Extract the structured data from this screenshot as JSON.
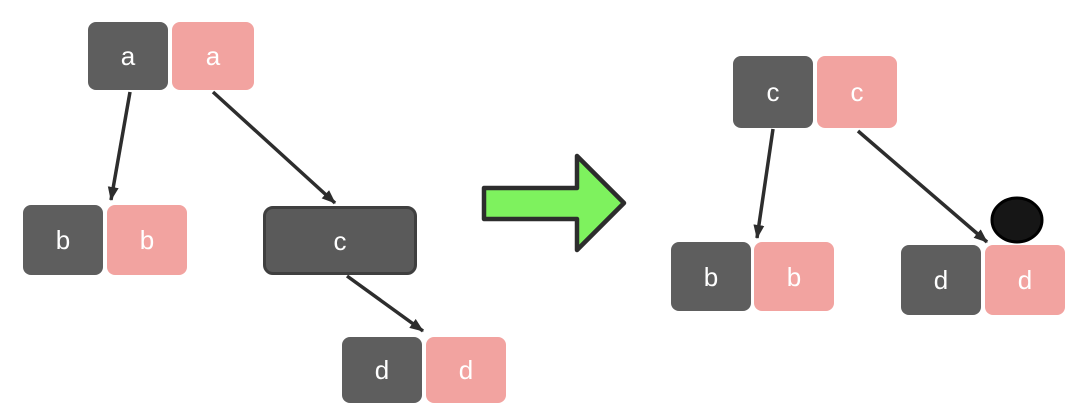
{
  "diagram_title": "tree-transformation-diagram",
  "colors": {
    "background": "#ffffff",
    "node_dark": "#5e5e5e",
    "node_dark_wide_fill": "#5a5a5a",
    "node_dark_wide_border": "#3f3f3f",
    "node_pink": "#f2a3a0",
    "edge_line": "#2d2d2d",
    "transform_arrow_fill": "#7ef25e",
    "transform_arrow_border": "#2d2d2d",
    "dot_marker_fill": "#161616",
    "dot_marker_border": "#000000",
    "label_text": "#ffffff"
  },
  "left_tree": {
    "node_a_dark": {
      "label": "a"
    },
    "node_a_pink": {
      "label": "a"
    },
    "node_b_dark": {
      "label": "b"
    },
    "node_b_pink": {
      "label": "b"
    },
    "node_c_wide": {
      "label": "c"
    },
    "node_d_dark": {
      "label": "d"
    },
    "node_d_pink": {
      "label": "d"
    }
  },
  "right_tree": {
    "node_c_dark": {
      "label": "c"
    },
    "node_c_pink": {
      "label": "c"
    },
    "node_b_dark": {
      "label": "b"
    },
    "node_b_pink": {
      "label": "b"
    },
    "node_d_dark": {
      "label": "d"
    },
    "node_d_pink": {
      "label": "d"
    }
  }
}
